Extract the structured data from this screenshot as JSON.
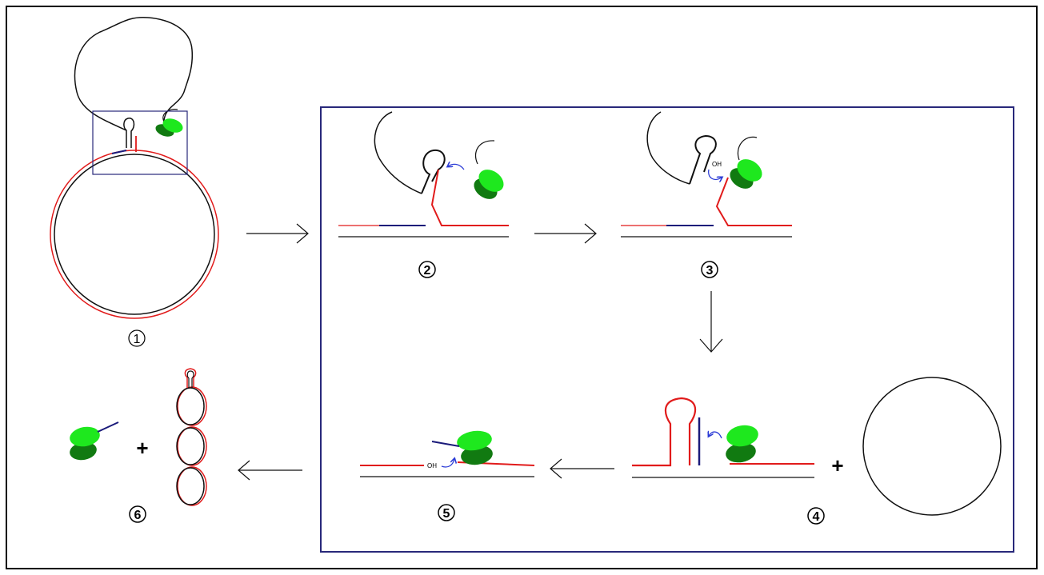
{
  "diagram": {
    "steps": [
      "1",
      "2",
      "3",
      "4",
      "5",
      "6"
    ],
    "oh_label": "OH",
    "plus_sign": "+",
    "colors": {
      "strand_red": "#e11b1b",
      "strand_black": "#111111",
      "strand_blue": "#1a1a7a",
      "frame_blue": "#28287a",
      "protein_light": "#1ee81e",
      "protein_dark": "#117a11",
      "arrow_blue": "#2b3bd6"
    }
  }
}
